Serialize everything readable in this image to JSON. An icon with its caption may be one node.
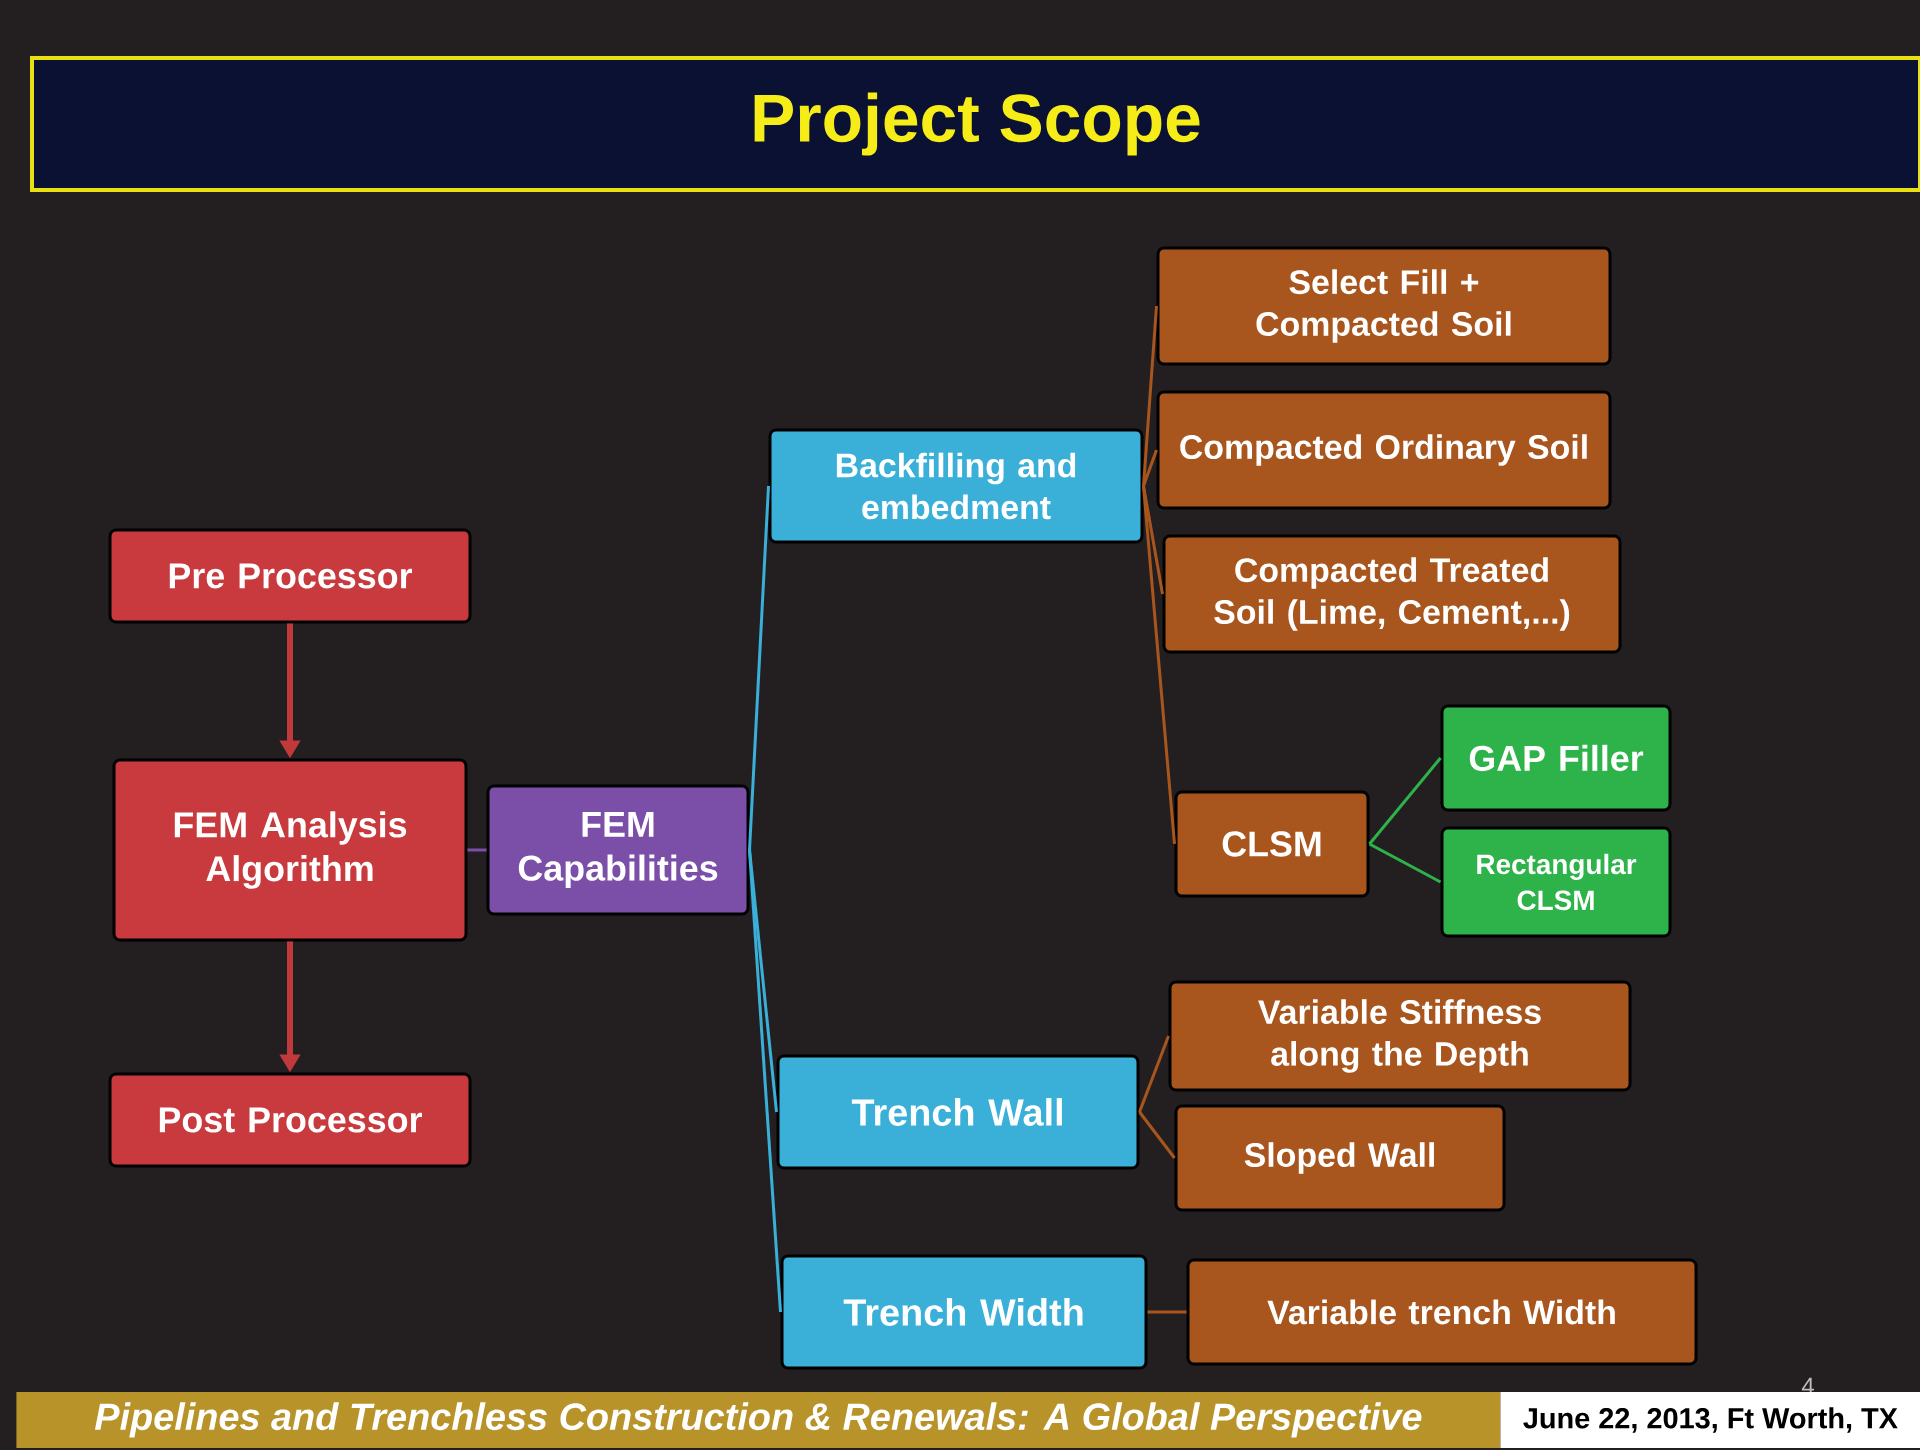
{
  "diagram": {
    "title": "Project Scope",
    "nodes": [
      {
        "text": [
          "Pre Processor"
        ]
      },
      {
        "text": [
          "FEM Analysis Algorithm"
        ]
      },
      {
        "text": [
          "Post Processor"
        ]
      },
      {
        "text": [
          "FEM Capabilities"
        ]
      },
      {
        "text": [
          "Backfilling and embedment"
        ]
      },
      {
        "text": [
          "Select Fill + Compacted Soil"
        ]
      },
      {
        "text": [
          "Compacted Ordinary Soil"
        ]
      },
      {
        "text": [
          "Compacted Treated Soil (Lime, Cement,...)"
        ]
      },
      {
        "text": [
          "CLSM"
        ]
      },
      {
        "text": [
          "GAP Filler"
        ]
      },
      {
        "text": [
          "Rectangular CLSM"
        ]
      },
      {
        "text": [
          "Trench Wall"
        ]
      },
      {
        "text": [
          "Variable Stiffness along the Depth"
        ]
      },
      {
        "text": [
          "Sloped Wall"
        ]
      },
      {
        "text": [
          "Trench Width"
        ]
      },
      {
        "text": [
          "Variable trench Width"
        ]
      }
    ],
    "edges": [
      {
        "from": 0,
        "to": 1,
        "arrow": "to",
        "style": "thick",
        "color": "#c0393b"
      },
      {
        "from": 1,
        "to": 2,
        "arrow": "to",
        "style": "thick",
        "color": "#c0393b"
      },
      {
        "from": 1,
        "to": 3,
        "arrow": "none",
        "color": "#7b4fa8"
      },
      {
        "from": 3,
        "to": 4,
        "arrow": "none",
        "color": "#3ab0d8"
      },
      {
        "from": 3,
        "to": 11,
        "arrow": "none",
        "color": "#3ab0d8"
      },
      {
        "from": 3,
        "to": 14,
        "arrow": "none",
        "color": "#3ab0d8"
      },
      {
        "from": 4,
        "to": 5,
        "arrow": "none"
      },
      {
        "from": 4,
        "to": 6,
        "arrow": "none"
      },
      {
        "from": 4,
        "to": 7,
        "arrow": "none"
      },
      {
        "from": 4,
        "to": 8,
        "arrow": "none"
      },
      {
        "from": 8,
        "to": 9,
        "arrow": "none",
        "color": "#2db34a"
      },
      {
        "from": 8,
        "to": 10,
        "arrow": "none",
        "color": "#2db34a"
      },
      {
        "from": 11,
        "to": 12,
        "arrow": "none"
      },
      {
        "from": 11,
        "to": 13,
        "arrow": "none"
      },
      {
        "from": 14,
        "to": 15,
        "arrow": "none"
      }
    ],
    "labels": [
      "4",
      "Pipelines and Trenchless Construction & Renewals: A Global Perspective",
      "June 22, 2013, Ft Worth, TX"
    ]
  }
}
